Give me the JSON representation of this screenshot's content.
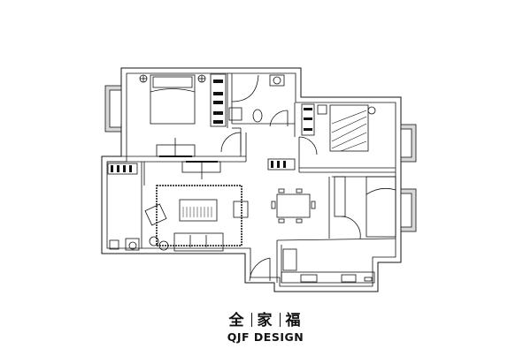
{
  "brand": {
    "chinese_chars": [
      "全",
      "家",
      "福"
    ],
    "english": "QJF DESIGN"
  },
  "colors": {
    "line": "#111111",
    "wall_fill": "#d8d8d8",
    "background": "#ffffff"
  }
}
